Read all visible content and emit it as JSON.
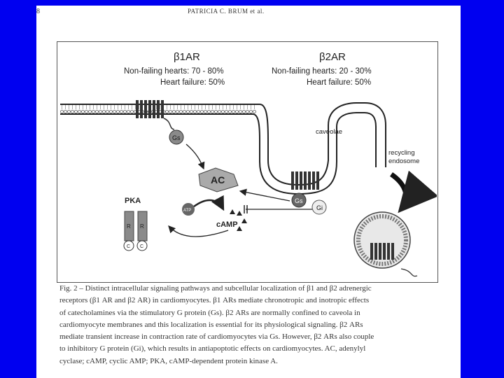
{
  "header": {
    "page_number": "8",
    "running_head": "PATRICIA C. BRUM et al."
  },
  "figure": {
    "beta1": {
      "title": "β1AR",
      "line1": "Non-failing hearts: 70 - 80%",
      "line2": "Heart failure: 50%"
    },
    "beta2": {
      "title": "β2AR",
      "line1": "Non-failing hearts: 20 - 30%",
      "line2": "Heart failure: 50%"
    },
    "labels": {
      "caveolae": "caveolae",
      "recycling": "recycling",
      "endosome": "endosome",
      "gs_left": "Gs",
      "gs_right": "Gs",
      "gi": "Gi",
      "ac": "AC",
      "atp": "ATP",
      "camp": "cAMP",
      "pka": "PKA",
      "r": "R",
      "c": "C"
    },
    "colors": {
      "bluebg": "#0000f0",
      "protein_gray": "#8a8a8a",
      "dark": "#222222"
    }
  },
  "caption": {
    "lines": [
      "Fig. 2 – Distinct intracellular signaling pathways and subcellular localization of β1 and β2 adrenergic",
      "receptors (β1 AR and β2 AR) in cardiomyocytes. β1 ARs mediate chronotropic and inotropic effects",
      "of catecholamines via the stimulatory G protein (Gs). β2 ARs are normally confined to caveola in",
      "cardiomyocyte membranes and this localization is essential for its physiological signaling. β2 ARs",
      "mediate transient increase in contraction rate of cardiomyocytes via Gs. However, β2 ARs also couple",
      "to inhibitory G protein (Gi), which results in antiapoptotic effects on cardiomyocytes. AC, adenylyl",
      "cyclase; cAMP, cyclic AMP; PKA, cAMP-dependent protein kinase A."
    ]
  }
}
